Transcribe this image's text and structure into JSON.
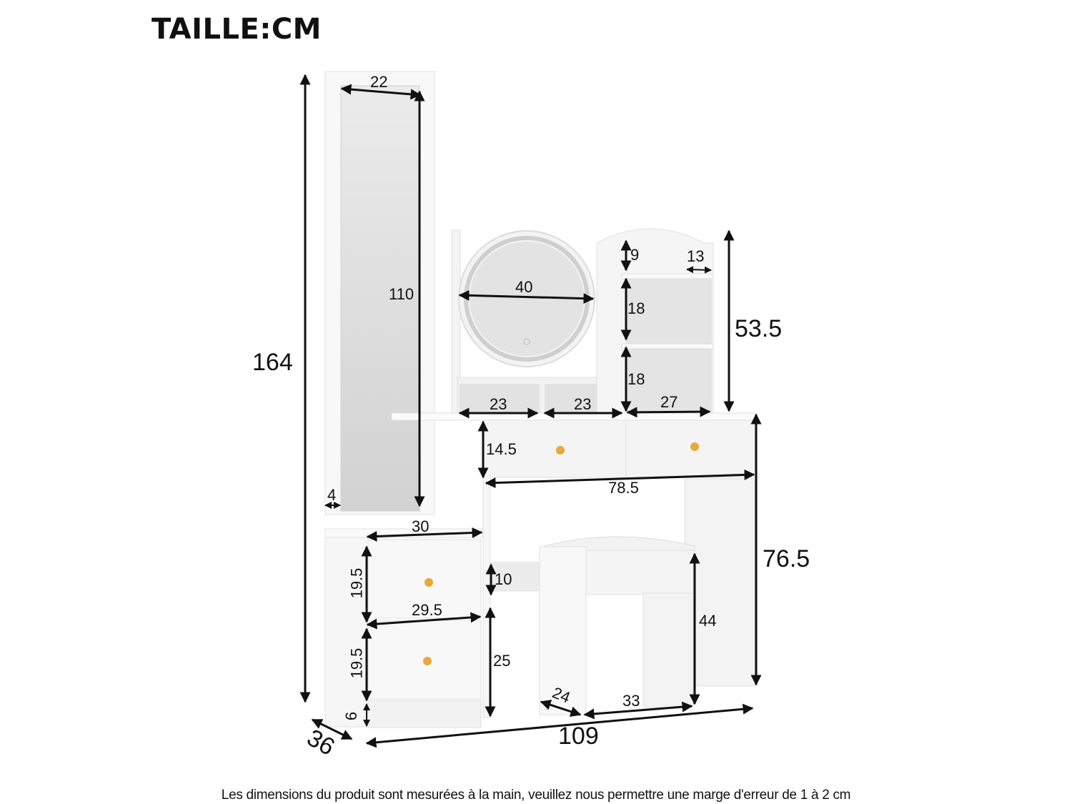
{
  "title": "TAILLE:CM",
  "footer_note": "Les dimensions du produit sont mesurées à la main, veuillez nous permettre une marge d'erreur de 1 à 2 cm",
  "unit": "cm",
  "product": "Vanity dressing table set with full-length mirror, round LED mirror, side shelves, 2-drawer cabinet and stool",
  "colors": {
    "furniture": "#f7f7f7",
    "mirror": "#dcdcdc",
    "knob": "#e6a93a",
    "dimension_line": "#111111"
  },
  "dimensions": {
    "total_height": "164",
    "full_mirror_width": "22",
    "full_mirror_height": "110",
    "mirror_frame_border": "4",
    "round_mirror_diameter": "40",
    "shelf_top_height": "9",
    "shelf_top_width": "13",
    "shelf_upper_height": "18",
    "shelf_lower_height": "18",
    "hutch_height": "53.5",
    "cubby_left_width": "23",
    "cubby_middle_width": "23",
    "shelf_unit_width": "27",
    "drawer_height": "14.5",
    "desk_drawer_width": "78.5",
    "desk_height": "76.5",
    "cabinet_top_width": "30",
    "cabinet_drawer_1_height": "19.5",
    "cabinet_drawer_width": "29.5",
    "cabinet_drawer_2_height": "19.5",
    "cabinet_base_height": "6",
    "footrest_height": "10",
    "legroom_height": "25",
    "stool_height": "44",
    "stool_depth": "24",
    "stool_width": "33",
    "total_width": "109",
    "total_depth": "36"
  }
}
